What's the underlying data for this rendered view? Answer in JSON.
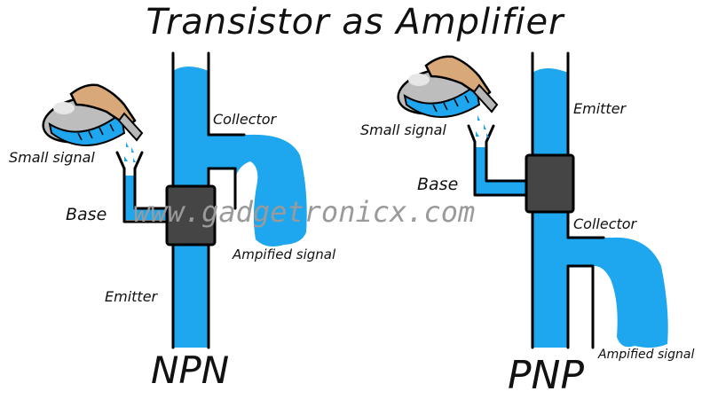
{
  "title": "Transistor as Amplifier",
  "watermark": "www.gadgetronicx.com",
  "npn": {
    "name": "NPN",
    "small_signal": "Small signal",
    "base": "Base",
    "collector": "Collector",
    "emitter": "Emitter",
    "amplified": "Ampified signal"
  },
  "pnp": {
    "name": "PNP",
    "small_signal": "Small signal",
    "base": "Base",
    "emitter": "Emitter",
    "collector": "Collector",
    "amplified": "Ampified signal"
  },
  "colors": {
    "water": "#1ea6ee",
    "pipe": "#000000",
    "block": "#454545",
    "hand": "#d8a878",
    "cuff": "#b8b8b8"
  },
  "icons": [
    "hand-icon",
    "beaker-icon",
    "funnel-icon",
    "transistor-block-icon"
  ]
}
